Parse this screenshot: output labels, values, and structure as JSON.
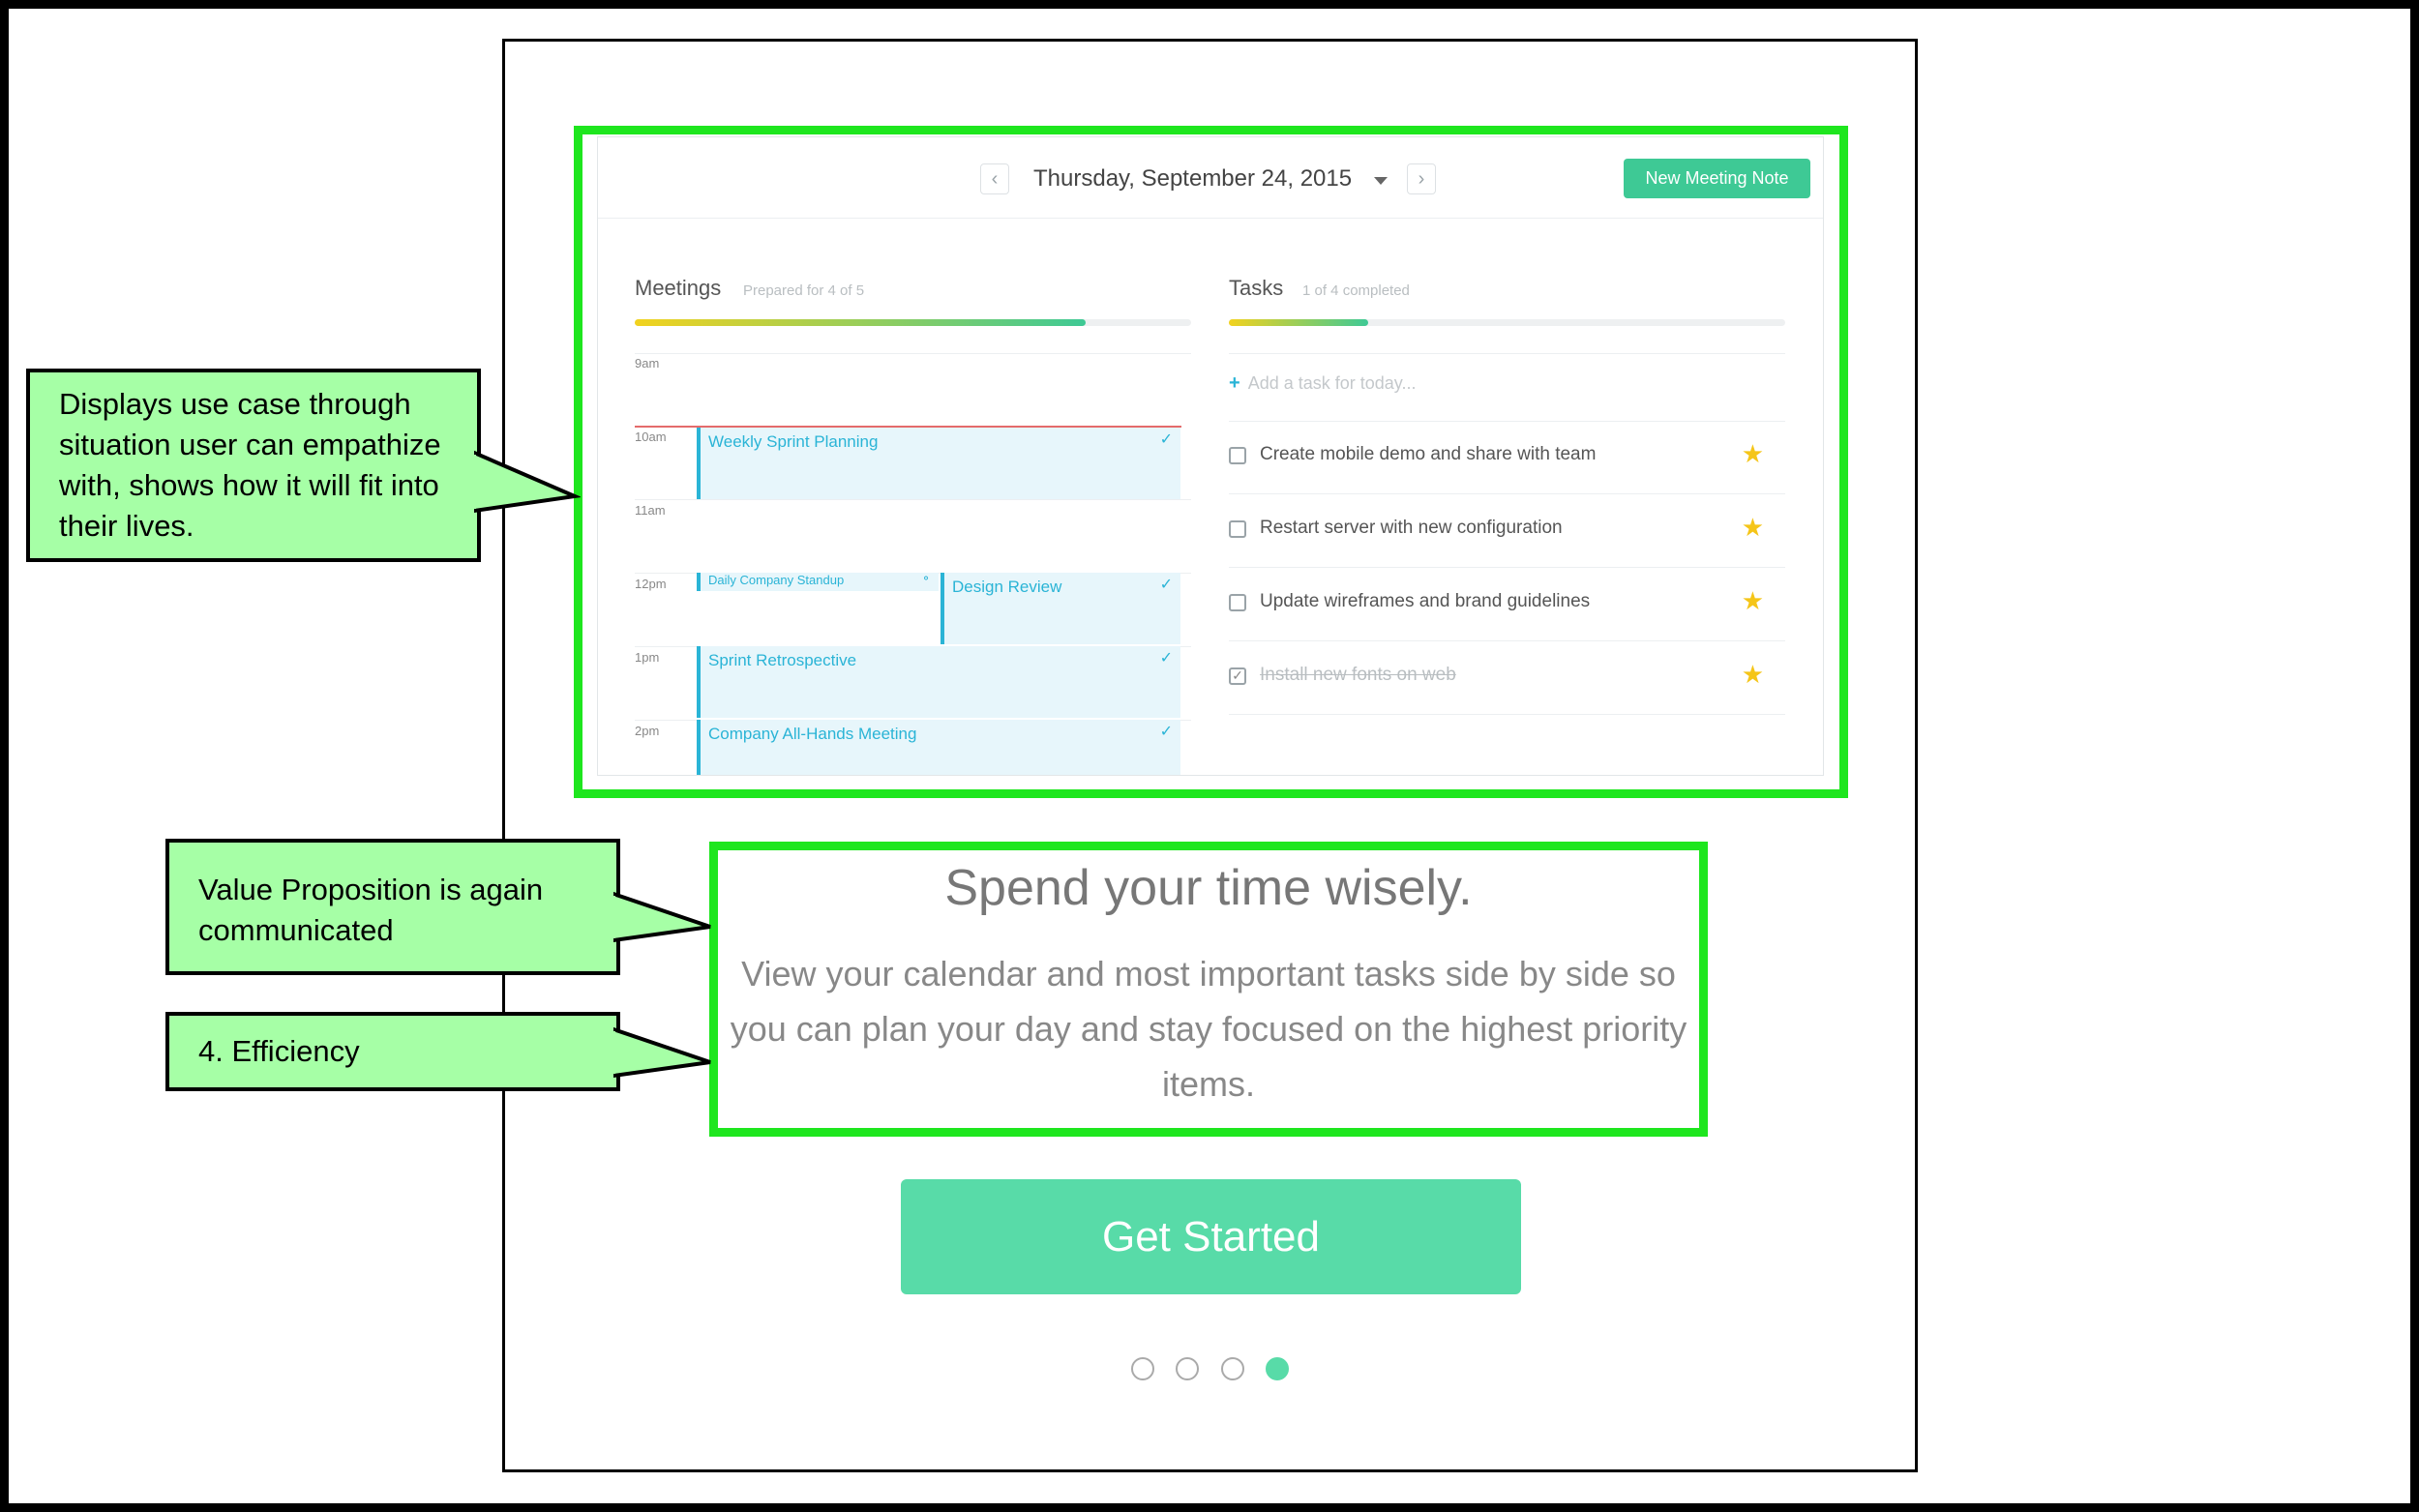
{
  "app": {
    "date": "Thursday, September 24, 2015",
    "prev_icon": "‹",
    "next_icon": "›",
    "new_note_label": "New Meeting Note",
    "meetings": {
      "title": "Meetings",
      "subtitle": "Prepared for 4 of 5",
      "progress": 0.81,
      "times": [
        "9am",
        "10am",
        "11am",
        "12pm",
        "1pm",
        "2pm"
      ],
      "events": [
        "Weekly Sprint Planning",
        "Daily Company Standup",
        "Design Review",
        "Sprint Retrospective",
        "Company All-Hands Meeting"
      ]
    },
    "tasks": {
      "title": "Tasks",
      "subtitle": "1 of 4 completed",
      "progress": 0.25,
      "add_placeholder": "Add a task for today...",
      "items": [
        {
          "label": "Create mobile demo and share with team",
          "done": false
        },
        {
          "label": "Restart server with new configuration",
          "done": false
        },
        {
          "label": "Update wireframes and brand guidelines",
          "done": false
        },
        {
          "label": "Install new fonts on web",
          "done": true
        }
      ]
    }
  },
  "headline": "Spend your time wisely.",
  "body": "View your calendar and most important tasks side by side so you can plan your day and stay focused on the highest priority items.",
  "cta_label": "Get Started",
  "pagination": {
    "total": 4,
    "active": 4
  },
  "callouts": {
    "use_case": "Displays use case through situation user can empathize with, shows how it will fit into their lives.",
    "value_prop": "Value Proposition is again communicated",
    "efficiency": "4. Efficiency"
  },
  "colors": {
    "highlight": "#1ee61e",
    "callout_bg": "#a6ffa6",
    "accent": "#3ec995",
    "event_blue": "#2ab4d6",
    "star": "#f5c518"
  }
}
